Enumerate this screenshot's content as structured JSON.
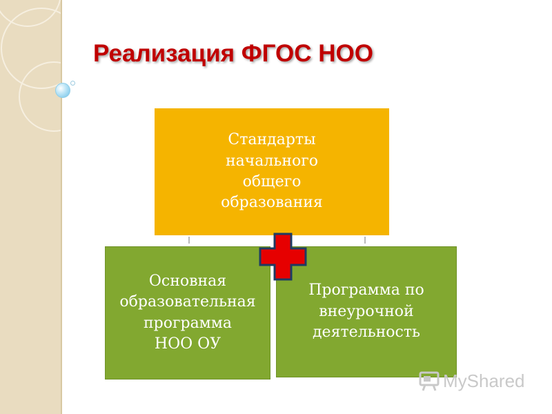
{
  "title": "Реализация ФГОС НОО",
  "diagram": {
    "top_box": "Стандарты\n начального\nобщего\nобразования",
    "left_box": "Основная\nобразовательная\nпрограмма\nНОО ОУ",
    "right_box": "Программа по\nвнеурочной\nдеятельность"
  },
  "colors": {
    "title": "#c00000",
    "top_box": "#f5b400",
    "bottom_boxes": "#82a830",
    "plus": "#e60000"
  },
  "watermark": "MyShared"
}
